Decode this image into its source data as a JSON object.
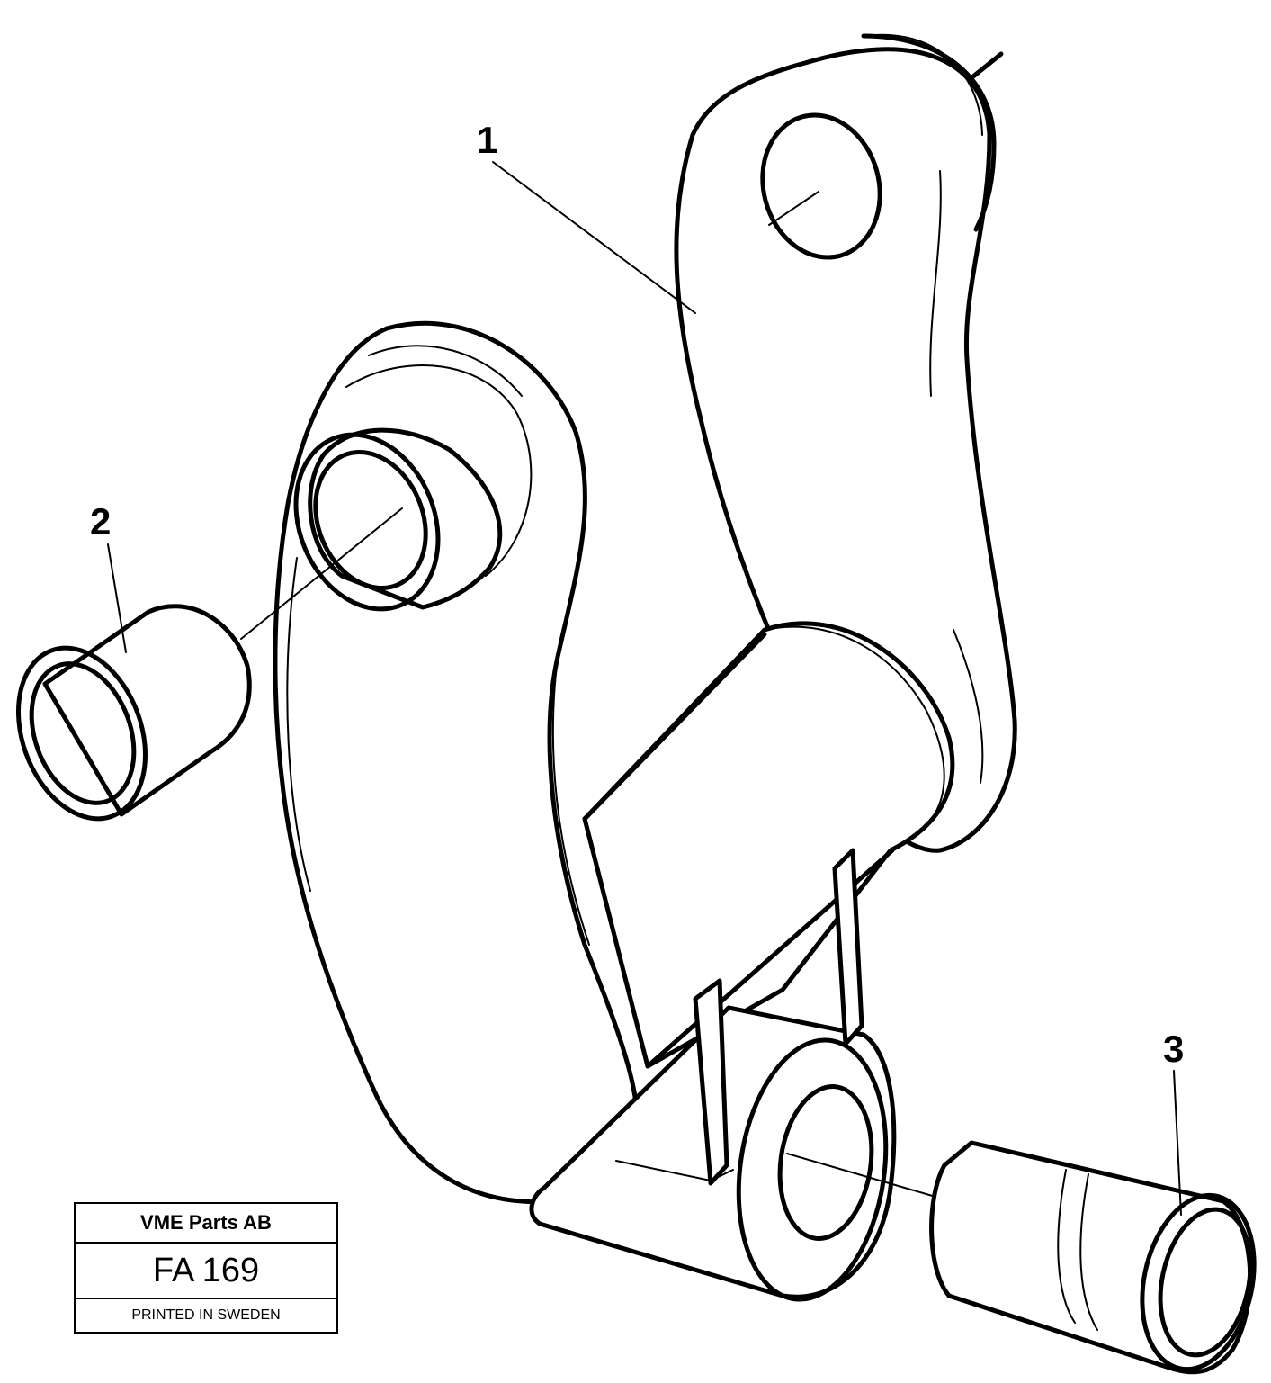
{
  "callouts": [
    {
      "id": "1",
      "label": "1"
    },
    {
      "id": "2",
      "label": "2"
    },
    {
      "id": "3",
      "label": "3"
    }
  ],
  "stamp": {
    "company": "VME Parts AB",
    "code": "FA 169",
    "printed": "PRINTED IN SWEDEN"
  }
}
